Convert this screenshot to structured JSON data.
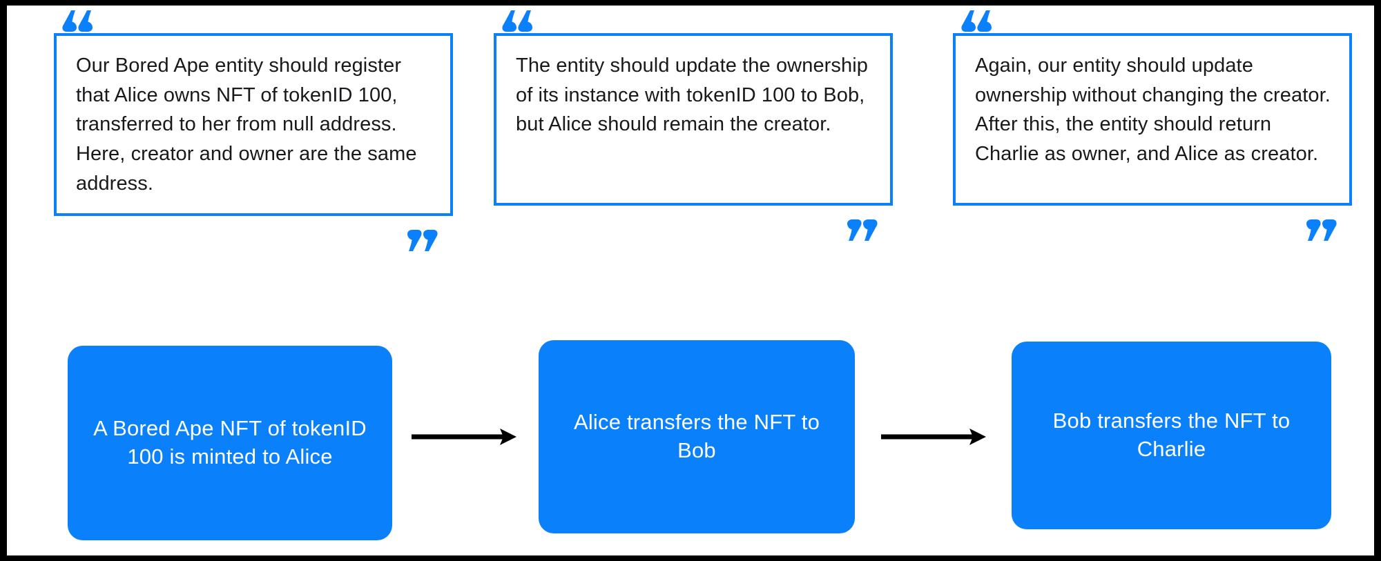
{
  "canvas": {
    "background_color": "#ffffff",
    "frame_color": "#000000",
    "accent_color": "#0B80FB",
    "text_color": "#19191c"
  },
  "quotes": {
    "open_quote_glyph": "quote-open-icon",
    "close_quote_glyph": "quote-close-icon",
    "items": [
      {
        "id": "quote-1",
        "text": "Our Bored Ape entity should register that Alice owns NFT of tokenID 100, transferred to her from null address. Here, creator and owner are the same address."
      },
      {
        "id": "quote-2",
        "text": "The entity should update the ownership of its instance with tokenID 100 to Bob, but Alice should remain the creator."
      },
      {
        "id": "quote-3",
        "text": "Again, our entity should update ownership without changing the creator. After this, the entity should return Charlie as owner, and Alice as creator."
      }
    ]
  },
  "flow": {
    "nodes": [
      {
        "id": "flow-node-1",
        "label": "A Bored Ape NFT of tokenID 100 is minted to Alice",
        "fill": "#0B80FB",
        "text_color": "#ffffff"
      },
      {
        "id": "flow-node-2",
        "label": "Alice transfers the NFT to Bob",
        "fill": "#0B80FB",
        "text_color": "#ffffff"
      },
      {
        "id": "flow-node-3",
        "label": "Bob transfers the NFT to Charlie",
        "fill": "#0B80FB",
        "text_color": "#ffffff"
      }
    ],
    "arrows": [
      {
        "id": "flow-arrow-1",
        "from": "flow-node-1",
        "to": "flow-node-2",
        "color": "#000000"
      },
      {
        "id": "flow-arrow-2",
        "from": "flow-node-2",
        "to": "flow-node-3",
        "color": "#000000"
      }
    ]
  }
}
